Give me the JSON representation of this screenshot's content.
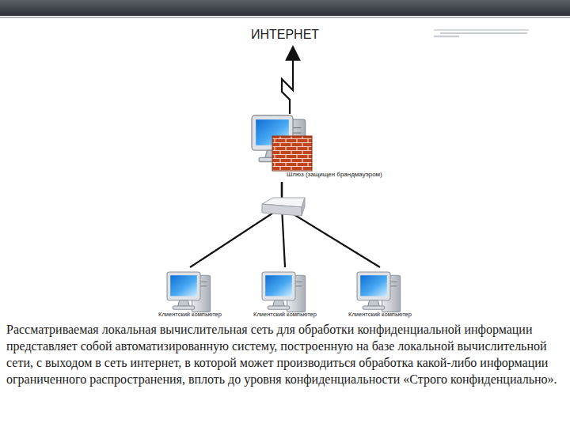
{
  "diagram": {
    "nodes": [
      {
        "text": [
          "ИНТЕРНЕТ"
        ]
      },
      {
        "text": [
          "Шлюз (защищен брандмауэром)"
        ]
      },
      {
        "text": [
          "Клиентский компьютер"
        ]
      },
      {
        "text": [
          "Клиентский компьютер"
        ]
      },
      {
        "text": [
          "Клиентский компьютер"
        ]
      }
    ],
    "edges": [
      {
        "from": 1,
        "to": 0,
        "arrow": "to"
      },
      {
        "from": 1,
        "to": 2,
        "arrow": "none"
      },
      {
        "from": 1,
        "to": 3,
        "arrow": "none"
      },
      {
        "from": 1,
        "to": 4,
        "arrow": "none"
      }
    ],
    "labels": [
      "Рассматриваемая локальная вычислительная сеть для обработки конфиденциальной информации представляет собой автоматизированную систему, построенную на базе локальной вычислительной сети, с выходом в сеть интернет, в которой может производиться обработка какой-либо информации ограниченного распространения, вплоть до уровня конфиденциальности «Строго конфиденциально»."
    ]
  }
}
